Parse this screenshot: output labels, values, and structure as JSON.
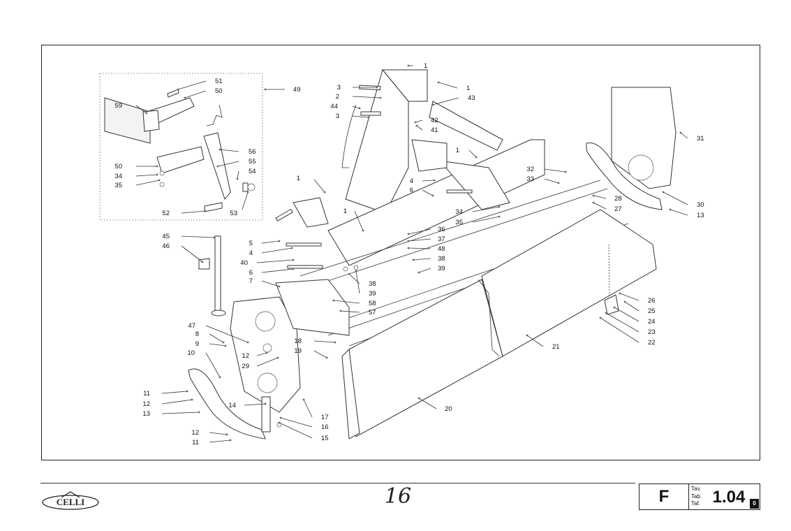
{
  "callouts": [
    {
      "n": "1"
    },
    {
      "n": "1"
    },
    {
      "n": "43"
    },
    {
      "n": "3"
    },
    {
      "n": "2"
    },
    {
      "n": "44"
    },
    {
      "n": "3"
    },
    {
      "n": "42"
    },
    {
      "n": "41"
    },
    {
      "n": "1"
    },
    {
      "n": "32"
    },
    {
      "n": "33"
    },
    {
      "n": "31"
    },
    {
      "n": "30"
    },
    {
      "n": "13"
    },
    {
      "n": "28"
    },
    {
      "n": "27"
    },
    {
      "n": "51"
    },
    {
      "n": "50"
    },
    {
      "n": "49"
    },
    {
      "n": "59"
    },
    {
      "n": "56"
    },
    {
      "n": "55"
    },
    {
      "n": "54"
    },
    {
      "n": "50"
    },
    {
      "n": "34"
    },
    {
      "n": "35"
    },
    {
      "n": "53"
    },
    {
      "n": "52"
    },
    {
      "n": "1"
    },
    {
      "n": "4"
    },
    {
      "n": "6"
    },
    {
      "n": "1"
    },
    {
      "n": "34"
    },
    {
      "n": "35"
    },
    {
      "n": "36"
    },
    {
      "n": "37"
    },
    {
      "n": "48"
    },
    {
      "n": "38"
    },
    {
      "n": "39"
    },
    {
      "n": "5"
    },
    {
      "n": "4"
    },
    {
      "n": "40"
    },
    {
      "n": "6"
    },
    {
      "n": "7"
    },
    {
      "n": "38"
    },
    {
      "n": "39"
    },
    {
      "n": "58"
    },
    {
      "n": "57"
    },
    {
      "n": "45"
    },
    {
      "n": "46"
    },
    {
      "n": "47"
    },
    {
      "n": "8"
    },
    {
      "n": "9"
    },
    {
      "n": "10"
    },
    {
      "n": "12"
    },
    {
      "n": "29"
    },
    {
      "n": "18"
    },
    {
      "n": "19"
    },
    {
      "n": "11"
    },
    {
      "n": "12"
    },
    {
      "n": "13"
    },
    {
      "n": "14"
    },
    {
      "n": "17"
    },
    {
      "n": "16"
    },
    {
      "n": "15"
    },
    {
      "n": "12"
    },
    {
      "n": "11"
    },
    {
      "n": "20"
    },
    {
      "n": "21"
    },
    {
      "n": "26"
    },
    {
      "n": "25"
    },
    {
      "n": "24"
    },
    {
      "n": "23"
    },
    {
      "n": "22"
    }
  ],
  "footer": {
    "logo_text": "CELLI",
    "page_number": "16",
    "group_letter": "F",
    "tab_labels": [
      "Tav.",
      "Tab.",
      "Taf."
    ],
    "tab_number": "1.04",
    "revision": "0"
  },
  "colors": {
    "line": "#333333",
    "accent": "#111111"
  }
}
